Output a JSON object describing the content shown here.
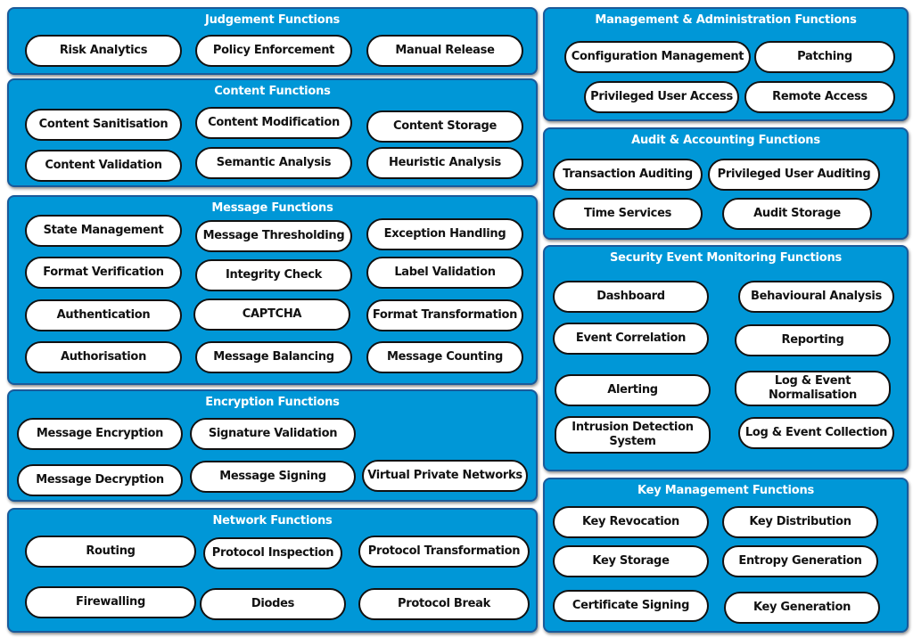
{
  "panels": [
    {
      "title": "Judgement Functions",
      "items": [
        "Risk Analytics",
        "Policy Enforcement",
        "Manual Release"
      ]
    },
    {
      "title": "Content Functions",
      "items": [
        "Content Sanitisation",
        "Content Modification",
        "Content Storage",
        "Content Validation",
        "Semantic Analysis",
        "Heuristic Analysis"
      ]
    },
    {
      "title": "Message Functions",
      "items": [
        "State Management",
        "Message Thresholding",
        "Exception Handling",
        "Format Verification",
        "Integrity Check",
        "Label Validation",
        "Authentication",
        "CAPTCHA",
        "Format Transformation",
        "Authorisation",
        "Message Balancing",
        "Message Counting"
      ]
    },
    {
      "title": "Encryption Functions",
      "items": [
        "Message Encryption",
        "Signature Validation",
        "Message Decryption",
        "Message Signing",
        "Virtual Private Networks"
      ]
    },
    {
      "title": "Network Functions",
      "items": [
        "Routing",
        "Protocol Inspection",
        "Protocol Transformation",
        "Firewalling",
        "Diodes",
        "Protocol Break"
      ]
    },
    {
      "title": "Management & Administration Functions",
      "items": [
        "Configuration Management",
        "Patching",
        "Privileged User Access",
        "Remote Access"
      ]
    },
    {
      "title": "Audit & Accounting Functions",
      "items": [
        "Transaction Auditing",
        "Privileged User Auditing",
        "Time Services",
        "Audit Storage"
      ]
    },
    {
      "title": "Security Event Monitoring Functions",
      "items": [
        "Dashboard",
        "Behavioural Analysis",
        "Event Correlation",
        "Reporting",
        "Alerting",
        "Log & Event\nNormalisation",
        "Intrusion Detection\nSystem",
        "Log & Event Collection"
      ]
    },
    {
      "title": "Key Management Functions",
      "items": [
        "Key Revocation",
        "Key Distribution",
        "Key Storage",
        "Entropy Generation",
        "Certificate Signing",
        "Key Generation"
      ]
    }
  ]
}
